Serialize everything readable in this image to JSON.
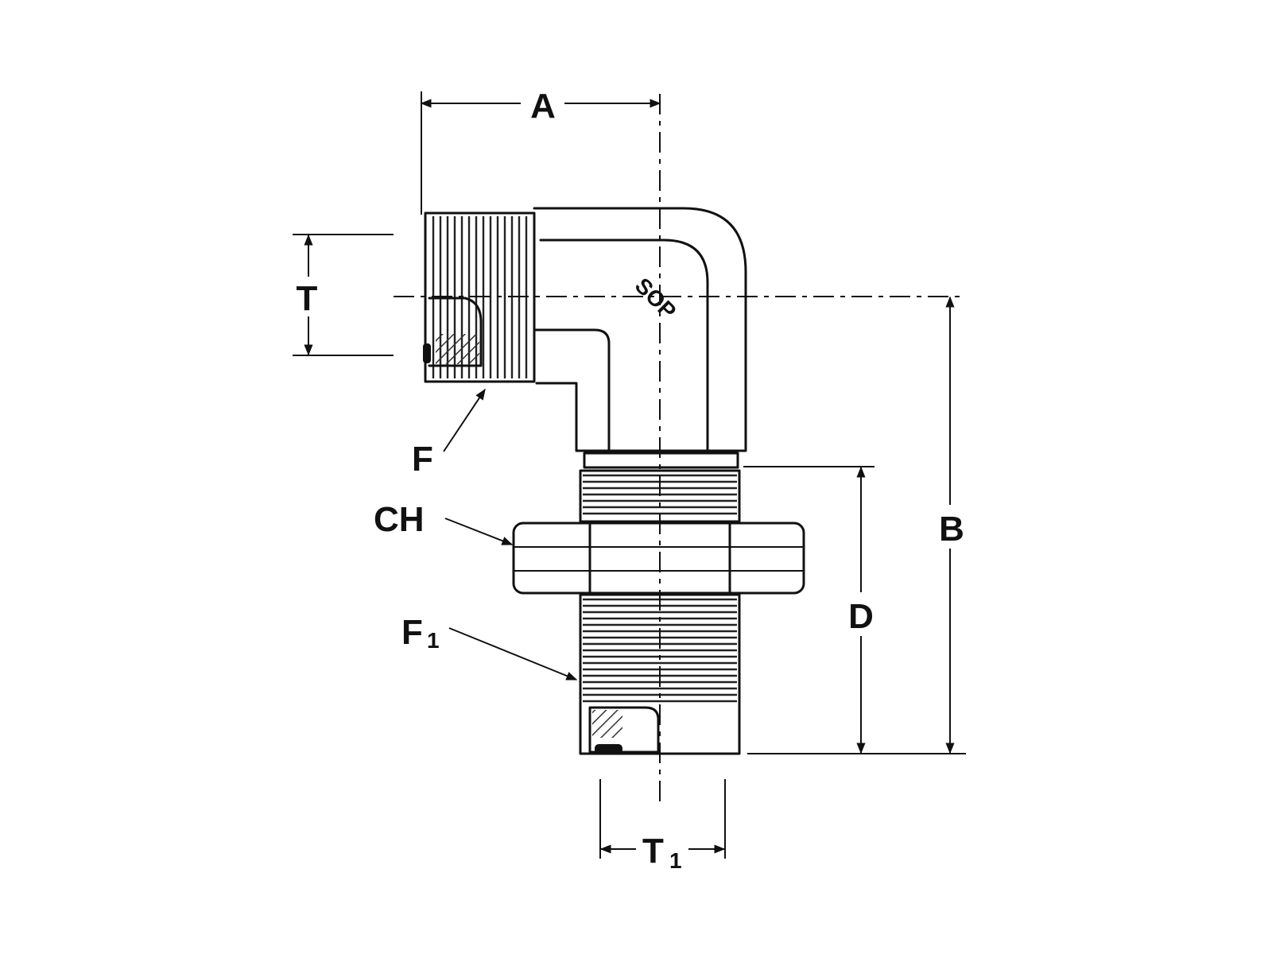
{
  "labels": {
    "A": "A",
    "T": "T",
    "B": "B",
    "D": "D",
    "F": "F",
    "CH": "CH",
    "F1": {
      "main": "F",
      "sub": "1"
    },
    "T1": {
      "main": "T",
      "sub": "1"
    }
  },
  "body_marking": "SOP",
  "colors": {
    "line": "#111111",
    "background": "#ffffff"
  }
}
